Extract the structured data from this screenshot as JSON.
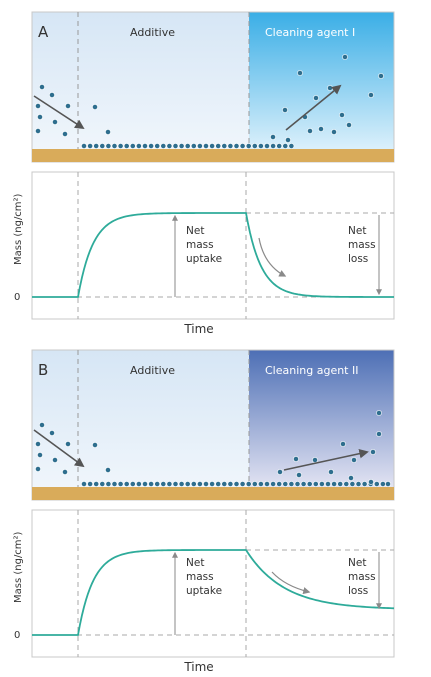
{
  "colors": {
    "panel_border": "#c8c8c8",
    "additive_top": "#d6e6f5",
    "additive_bottom": "#f2f7fc",
    "agent1_top": "#3aaee6",
    "agent1_bottom": "#eaf6fd",
    "agent2_top": "#4d6fb5",
    "agent2_bottom": "#f0eef8",
    "substrate": "#d9ab5a",
    "particle": "#2e6e8e",
    "curve": "#2eab9a",
    "arrow": "#555555",
    "dash": "#999999"
  },
  "panels": [
    {
      "letter": "A",
      "additive_label": "Additive",
      "agent_label": "Cleaning agent I",
      "agent_style": "light-blue",
      "mass_axis_label": "Mass (ng/cm²)",
      "zero_label": "0",
      "time_label": "Time",
      "uptake_label": [
        "Net",
        "mass",
        "uptake"
      ],
      "loss_label": [
        "Net",
        "mass",
        "loss"
      ],
      "residual_fraction": 0.0,
      "decay": "fast"
    },
    {
      "letter": "B",
      "additive_label": "Additive",
      "agent_label": "Cleaning agent II",
      "agent_style": "dark-blue",
      "mass_axis_label": "Mass (ng/cm²)",
      "zero_label": "0",
      "time_label": "Time",
      "uptake_label": [
        "Net",
        "mass",
        "uptake"
      ],
      "loss_label": [
        "Net",
        "mass",
        "loss"
      ],
      "residual_fraction": 0.3,
      "decay": "slow"
    }
  ]
}
